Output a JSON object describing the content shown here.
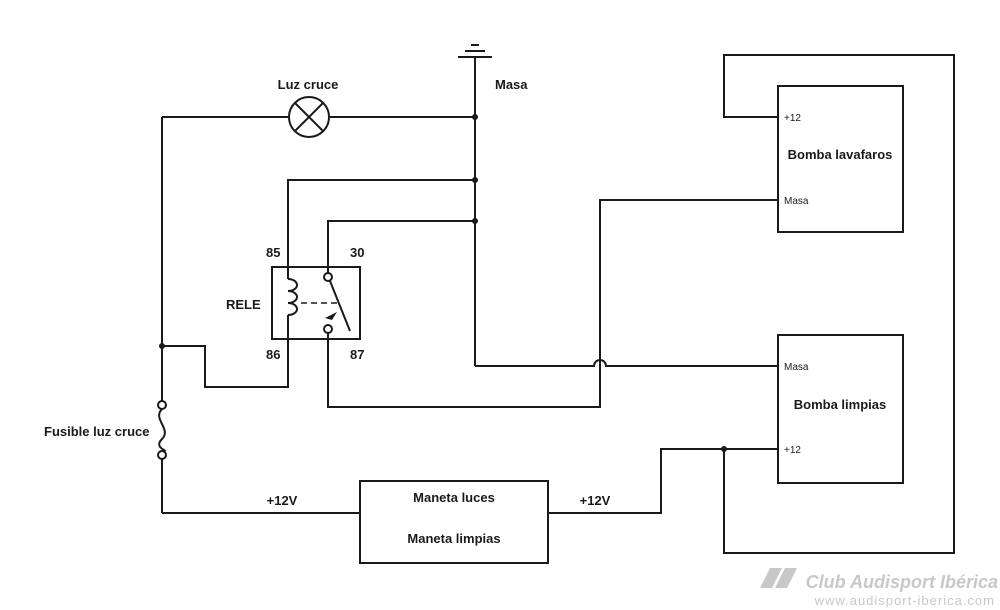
{
  "labels": {
    "luz_cruce": "Luz cruce",
    "masa_ground": "Masa",
    "rele": "RELE",
    "pin85": "85",
    "pin30": "30",
    "pin86": "86",
    "pin87": "87",
    "fusible": "Fusible luz cruce",
    "v12_left": "+12V",
    "v12_right": "+12V",
    "maneta_luces": "Maneta luces",
    "maneta_limpias": "Maneta limpias",
    "bomba_lavafaros": "Bomba lavafaros",
    "lavafaros_plus12": "+12",
    "lavafaros_masa": "Masa",
    "bomba_limpias": "Bomba limpias",
    "limpias_masa": "Masa",
    "limpias_plus12": "+12"
  },
  "watermark": {
    "brand": "Club Audisport Ibérica",
    "url": "www.audisport-iberica.com"
  },
  "colors": {
    "line": "#1a1a1a",
    "watermark": "#c8c8c8"
  }
}
